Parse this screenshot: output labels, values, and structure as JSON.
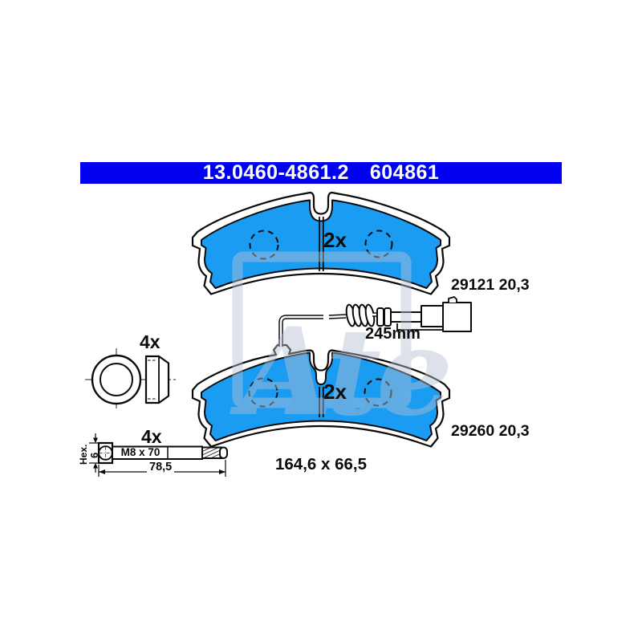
{
  "header": {
    "part_number": "13.0460-4861.2",
    "ean_number": "604861"
  },
  "top_pad": {
    "quantity": "2x",
    "wva": "29121 20,3"
  },
  "bottom_pad": {
    "quantity": "2x",
    "wva": "29260 20,3"
  },
  "pad_dimensions_label": "164,6 x 66,5",
  "sensor": {
    "cable_length": "245mm"
  },
  "ring_kit": {
    "quantity": "4x"
  },
  "bolt_kit": {
    "quantity": "4x",
    "thread": "M8 x 70",
    "length": "78,5",
    "hex_label": "Hex.",
    "hex_size": "6"
  },
  "watermark": {
    "logo_text": "Ate",
    "registered_mark": "®"
  },
  "colors": {
    "header_bg": "#0101ef",
    "header_text": "#ffffff",
    "pad_fill": "#1a9cf2",
    "line": "#0a0a0a",
    "watermark": "#c4cad8"
  }
}
